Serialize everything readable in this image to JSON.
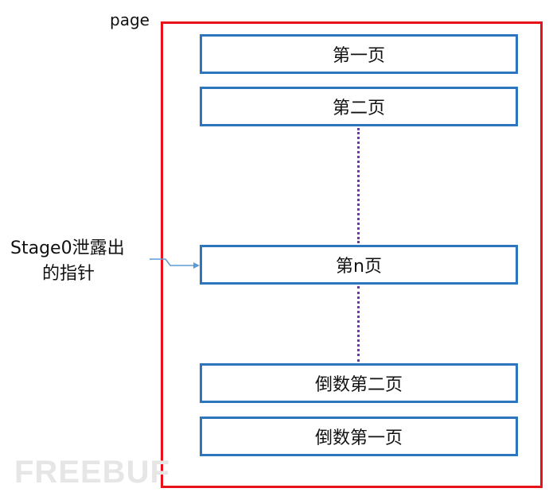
{
  "page_label": "page",
  "pages": [
    {
      "label": "第一页"
    },
    {
      "label": "第二页"
    },
    {
      "label": "第n页"
    },
    {
      "label": "倒数第二页"
    },
    {
      "label": "倒数第一页"
    }
  ],
  "pointer_note": {
    "line1": "Stage0泄露出",
    "line2": "的指针"
  },
  "watermark": "FREEBUF",
  "colors": {
    "frame": "#e8121b",
    "box_border": "#2d76bd",
    "dotted_line": "#7b32b0",
    "arrow": "#5b9bd5"
  }
}
